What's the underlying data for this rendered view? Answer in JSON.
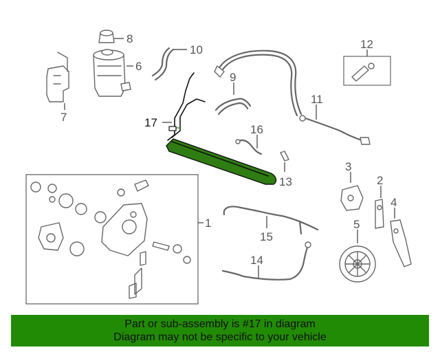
{
  "callouts": {
    "c1": "1",
    "c2": "2",
    "c3": "3",
    "c4": "4",
    "c5": "5",
    "c6": "6",
    "c7": "7",
    "c8": "8",
    "c9": "9",
    "c10": "10",
    "c11": "11",
    "c12": "12",
    "c13": "13",
    "c14": "14",
    "c15": "15",
    "c16": "16",
    "c17": "17"
  },
  "colors": {
    "highlight": "#2f7d12",
    "banner": "#228b05",
    "line": "#666666"
  },
  "banner": {
    "line1": "Part or sub-assembly is #17 in diagram",
    "line2": "Diagram may not be specific to your vehicle"
  }
}
